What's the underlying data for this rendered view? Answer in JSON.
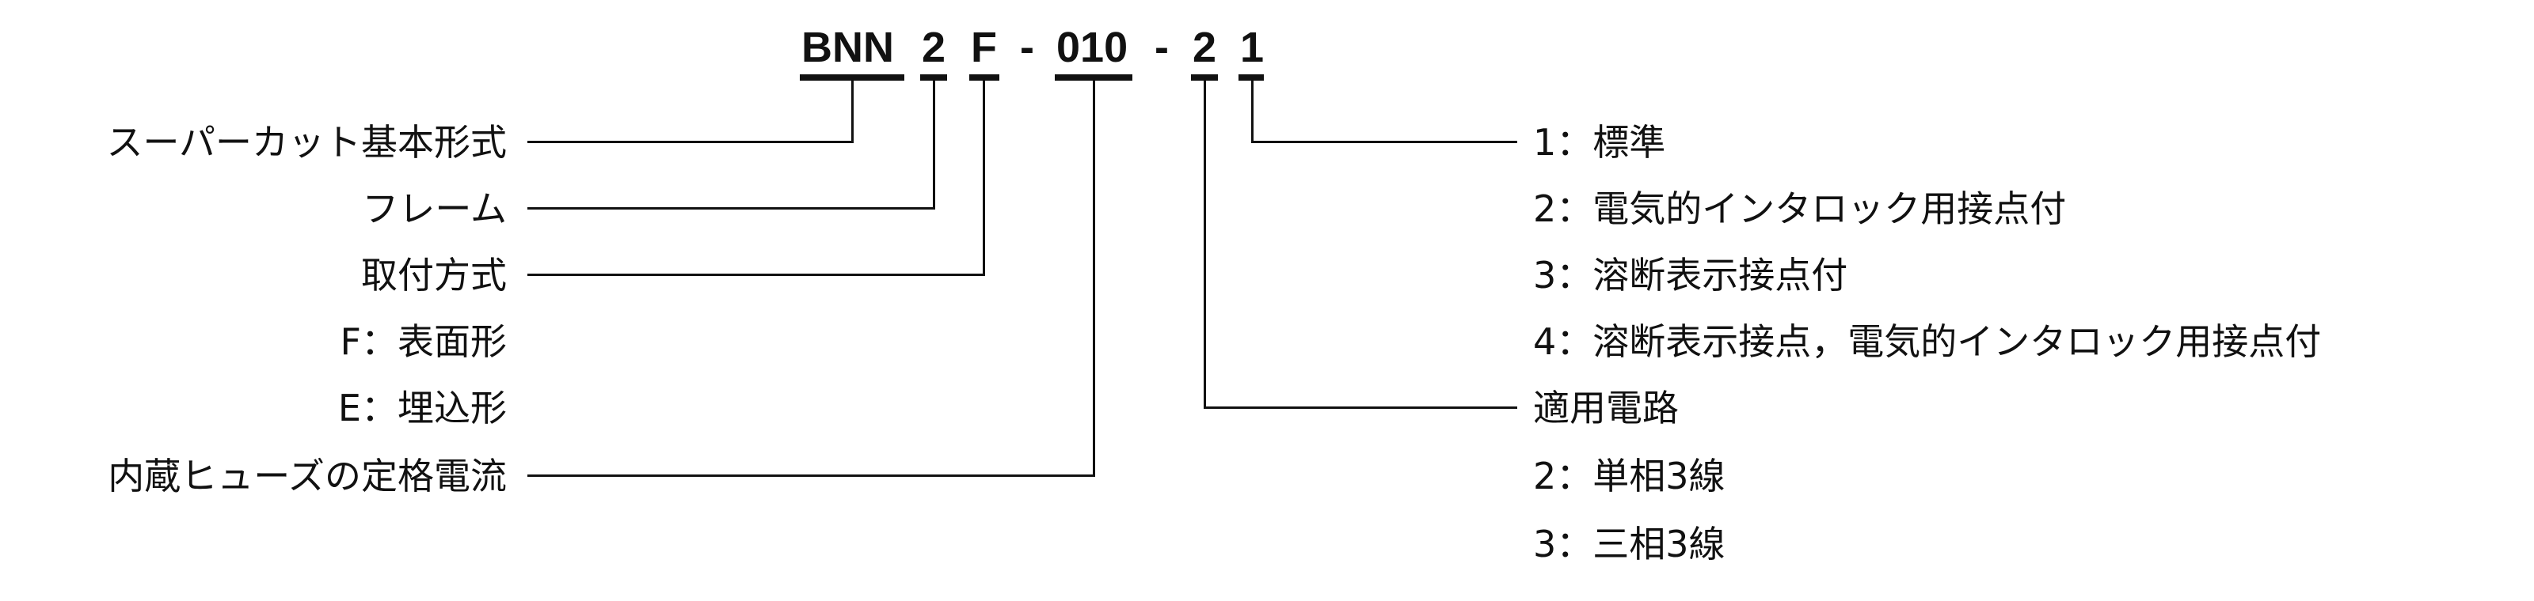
{
  "model_code": {
    "seg_base": "BNN",
    "seg_frame": "2",
    "seg_mount": "F",
    "dash1": "-",
    "seg_current": "010",
    "dash2": "-",
    "seg_circuit": "2",
    "seg_option": "1"
  },
  "left_labels": {
    "base": "スーパーカット基本形式",
    "frame": "フレーム",
    "mount": "取付方式",
    "mount_f": "F：表面形",
    "mount_e": "E：埋込形",
    "fuse_current": "内蔵ヒューズの定格電流"
  },
  "right_labels": {
    "opt1": "1：標準",
    "opt2": "2：電気的インタロック用接点付",
    "opt3": "3：溶断表示接点付",
    "opt4": "4：溶断表示接点，電気的インタロック用接点付",
    "circuit_title": "適用電路",
    "circuit_2": "2：単相3線",
    "circuit_3": "3：三相3線"
  }
}
